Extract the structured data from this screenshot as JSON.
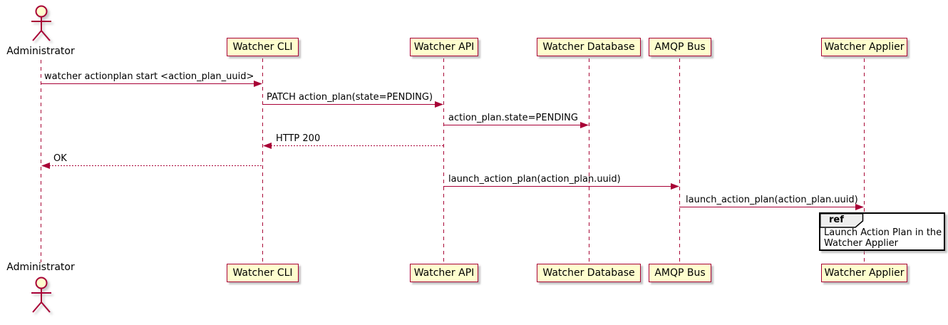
{
  "diagram": {
    "type": "sequence-diagram",
    "colors": {
      "participant_fill": "#FEFECE",
      "participant_border": "#A80036",
      "lifeline": "#A80036",
      "message_line": "#A80036",
      "text": "#000000",
      "ref_fill": "#FFFFFF",
      "ref_border": "#000000",
      "ref_header_fill": "#EEEEEE"
    },
    "actor": {
      "name": "Administrator"
    },
    "participants": [
      {
        "name": "Watcher CLI"
      },
      {
        "name": "Watcher API"
      },
      {
        "name": "Watcher Database"
      },
      {
        "name": "AMQP Bus"
      },
      {
        "name": "Watcher Applier"
      }
    ],
    "messages": [
      {
        "from": "Administrator",
        "to": "Watcher CLI",
        "label": "watcher actionplan start <action_plan_uuid>",
        "style": "solid"
      },
      {
        "from": "Watcher CLI",
        "to": "Watcher API",
        "label": "PATCH action_plan(state=PENDING)",
        "style": "solid"
      },
      {
        "from": "Watcher API",
        "to": "Watcher Database",
        "label": "action_plan.state=PENDING",
        "style": "solid"
      },
      {
        "from": "Watcher API",
        "to": "Watcher CLI",
        "label": "HTTP 200",
        "style": "dashed-return"
      },
      {
        "from": "Watcher CLI",
        "to": "Administrator",
        "label": "OK",
        "style": "dashed-return"
      },
      {
        "from": "Watcher API",
        "to": "AMQP Bus",
        "label": "launch_action_plan(action_plan.uuid)",
        "style": "solid"
      },
      {
        "from": "AMQP Bus",
        "to": "Watcher Applier",
        "label": "launch_action_plan(action_plan.uuid)",
        "style": "solid"
      }
    ],
    "ref": {
      "keyword": "ref",
      "over": "Watcher Applier",
      "lines": [
        "Launch Action Plan in the",
        "Watcher Applier"
      ]
    }
  }
}
